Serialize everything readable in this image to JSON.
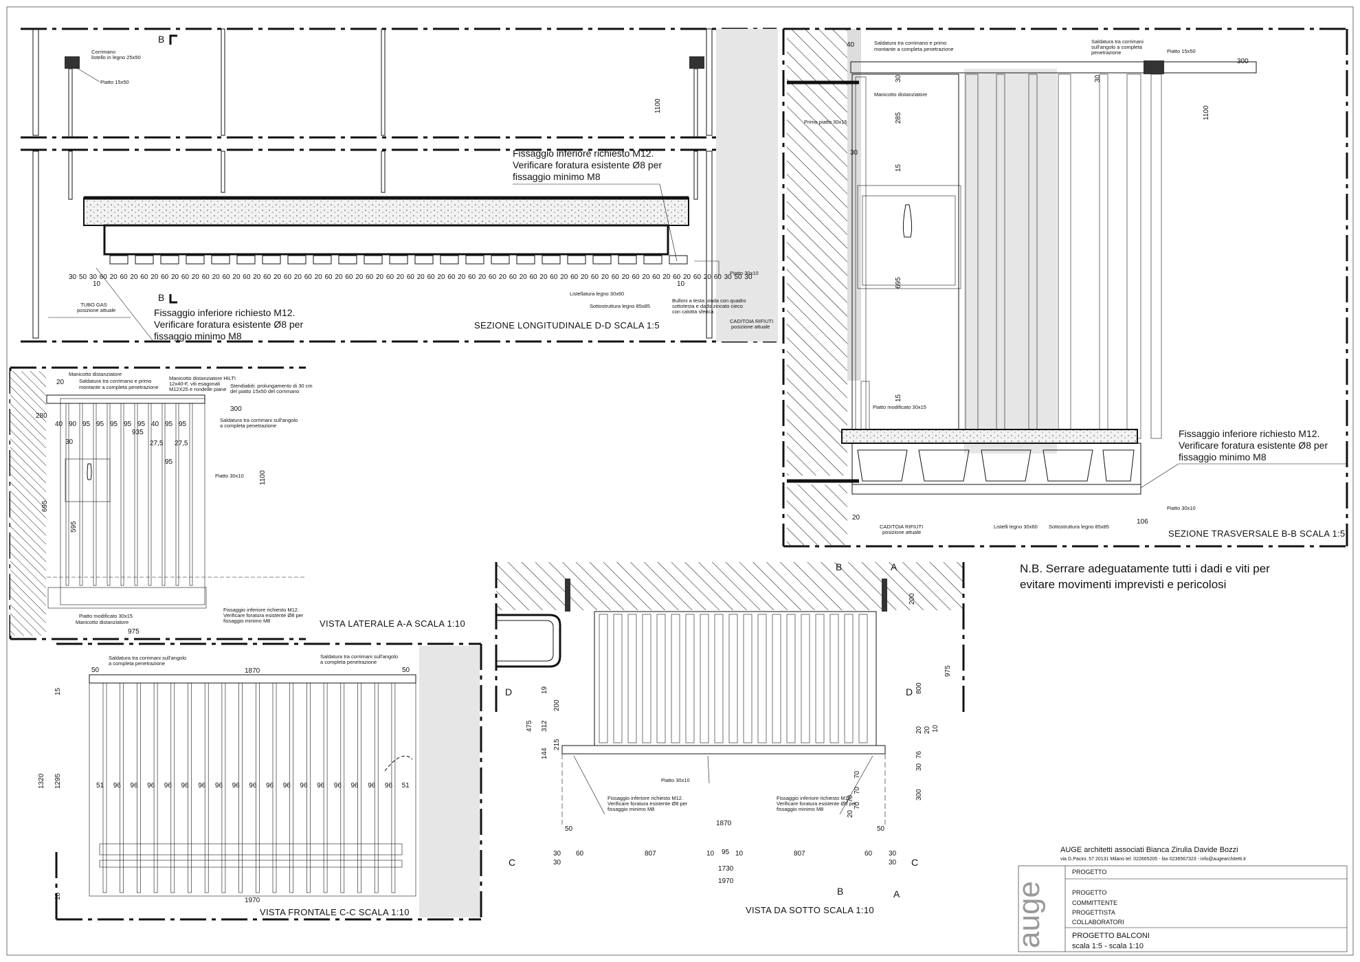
{
  "sections": {
    "longitudinal": {
      "title": "SEZIONE LONGITUDINALE  D-D SCALA 1:5",
      "notes": {
        "corrimano": "Corrimano",
        "corrimano2": "listello in legno 25x50",
        "piatto_15x50": "Piatto 15x50",
        "fissaggio_top_1": "Fissaggio inferiore richiesto M12.",
        "fissaggio_top_2": "Verificare foratura esistente Ø8 per",
        "fissaggio_top_3": "fissaggio minimo M8",
        "fissaggio_bot_1": "Fissaggio inferiore richiesto M12.",
        "fissaggio_bot_2": "Verificare foratura esistente Ø8 per",
        "fissaggio_bot_3": "fissaggio minimo M8",
        "tubo_gas": "TUBO GAS",
        "tubo_gas2": "posizione attuale",
        "listellatura": "Listellatura  legno 30x60",
        "sottostruttura": "Sottostruttura  legno 85x85",
        "piatto_30x10": "Piatto 30x10",
        "bulloni_1": "Bulloni a testa tonda con quadro",
        "bulloni_2": "sottotesta e dado zincato cieco",
        "bulloni_3": "con calotta sferica",
        "caditoia": "CADITOIA RIFIUTI",
        "caditoia2": "posizione attuale",
        "height_1100": "1100",
        "mark_b": "B"
      },
      "dim_row": [
        "30",
        "50",
        "30",
        "60",
        "20",
        "60",
        "20",
        "60",
        "20",
        "60",
        "20",
        "60",
        "20",
        "60",
        "20",
        "60",
        "20",
        "60",
        "20",
        "60",
        "20",
        "60",
        "20",
        "60",
        "20",
        "60",
        "20",
        "60",
        "20",
        "60",
        "20",
        "60",
        "20",
        "60",
        "20",
        "60",
        "20",
        "60",
        "20",
        "60",
        "20",
        "60",
        "20",
        "60",
        "20",
        "60",
        "20",
        "60",
        "20",
        "60",
        "20",
        "60",
        "20",
        "60",
        "20",
        "60",
        "20",
        "60",
        "20",
        "60",
        "20",
        "60",
        "20",
        "60",
        "30",
        "50",
        "30"
      ],
      "dim_10_left": "10",
      "dim_10_right": "10"
    },
    "transversal": {
      "title": "SEZIONE TRASVERSALE B-B SCALA 1:5",
      "notes": {
        "saldatura_1": "Saldatura tra corrimano e primo",
        "saldatura_2": "montante a completa penetrazione",
        "saldatura_ang_1": "Saldatura tra corrimani",
        "saldatura_ang_2": "sull'angolo a completa",
        "saldatura_ang_3": "penetrazione",
        "piatto_15x50": "Piatto 15x50",
        "manicotto": "Manicotto distanziatore",
        "primo_piatto": "Primo piatto 30x15",
        "piatto_mod": "Piatto modificato 30x15",
        "fissaggio_1": "Fissaggio inferiore richiesto M12.",
        "fissaggio_2": "Verificare foratura esistente Ø8 per",
        "fissaggio_3": "fissaggio minimo M8",
        "listelli": "Listelli  legno 30x60",
        "sottostruttura": "Sottostruttura  legno 85x85",
        "piatto_30x10": "Piatto 30x10",
        "caditoia": "CADITOIA RIFIUTI",
        "caditoia2": "posizione attuale"
      },
      "dims": {
        "d40": "40",
        "d300": "300",
        "d30a": "30",
        "d30b": "30",
        "d285": "285",
        "d15a": "15",
        "d695": "695",
        "d15b": "15",
        "d1100": "1100",
        "d20": "20",
        "d106": "106"
      }
    },
    "lateral": {
      "title": "VISTA LATERALE A-A SCALA 1:10",
      "notes": {
        "manicotto": "Manicotto distanziatore",
        "saldatura_1": "Saldatura tra corrimano e primo",
        "saldatura_2": "montante a completa penetrazione",
        "hilti_1": "Manicotto distanziatore HILTI",
        "hilti_2": "12x40-F, viti esagonali",
        "hilti_3": "M12X25 e rondelle piane",
        "stendiabiti_1": "Stendiabiti: prolungamento di 30 cm",
        "stendiabiti_2": "del piatto 15x50 del corrimano",
        "saldatura_ang_1": "Saldatura tra corrimani sull'angolo",
        "saldatura_ang_2": "a completa penetrazione",
        "piatto_30x10": "Piatto 30x10",
        "fissaggio_1": "Fissaggio inferiore richiesto M12.",
        "fissaggio_2": "Verificare foratura esistente Ø8 per",
        "fissaggio_3": "fissaggio minimo M8",
        "piatto_mod": "Piatto modificato 30x15",
        "manicotto2": "Manicotto distanziatore"
      },
      "top_dims": [
        "40",
        "90",
        "95",
        "95",
        "95",
        "95",
        "95",
        "40",
        "95",
        "95"
      ],
      "dims": {
        "d20": "20",
        "d280": "280",
        "d300": "300",
        "d935": "935",
        "d30": "30",
        "d275a": "27,5",
        "d275b": "27,5",
        "d95": "95",
        "d1100": "1100",
        "d695": "695",
        "d595": "595",
        "d975": "975"
      }
    },
    "frontal": {
      "title": "VISTA FRONTALE C-C  SCALA 1:10",
      "notes": {
        "saldatura_l1": "Saldatura tra corrimani sull'angolo",
        "saldatura_l2": "a completa penetrazione",
        "saldatura_r1": "Saldatura tra corrimani sull'angolo",
        "saldatura_r2": "a completa penetrazione"
      },
      "spacings": [
        "51",
        "96",
        "96",
        "96",
        "96",
        "96",
        "96",
        "96",
        "96",
        "96",
        "96",
        "96",
        "96",
        "96",
        "96",
        "96",
        "96",
        "96",
        "51"
      ],
      "dims": {
        "d50l": "50",
        "d1870": "1870",
        "d50r": "50",
        "d15": "15",
        "d1320": "1320",
        "d1295": "1295",
        "d10": "10",
        "d1970": "1970"
      }
    },
    "below": {
      "title": "VISTA DA SOTTO SCALA 1:10",
      "notes": {
        "piatto_30x10": "Piatto 30x10",
        "fissaggio_l1": "Fissaggio inferiore richiesto M12.",
        "fissaggio_l2": "Verificare foratura esistente Ø8 per",
        "fissaggio_l3": "fissaggio minimo M8",
        "fissaggio_r1": "Fissaggio inferiore richiesto M12.",
        "fissaggio_r2": "Verificare foratura esistente Ø8 per",
        "fissaggio_r3": "fissaggio minimo M8"
      },
      "bottom_dims": {
        "d1870": "1870",
        "d50l": "50",
        "d50r": "50",
        "d30a": "30",
        "d30b": "30",
        "d60l": "60",
        "d807l": "807",
        "d10l": "10",
        "d95": "95",
        "d10r": "10",
        "d807r": "807",
        "d60r": "60",
        "d30c": "30",
        "d30d": "30",
        "d1730": "1730",
        "d1970": "1970"
      },
      "left_dims": {
        "d19": "19",
        "d200": "200",
        "d475": "475",
        "d312": "312",
        "d144": "144",
        "d215": "215"
      },
      "right_dims": {
        "d200": "200",
        "d800": "800",
        "d975": "975",
        "d20a": "20",
        "d20b": "20",
        "d10": "10",
        "d30": "30",
        "d76": "76",
        "d300": "300",
        "d70a": "70",
        "d70b": "70",
        "d70c": "70",
        "d20c": "20",
        "d70d": "70"
      },
      "marks": {
        "a": "A",
        "b": "B",
        "c": "C",
        "d": "D"
      }
    }
  },
  "general_note": {
    "line1": "N.B. Serrare adeguatamente tutti i dadi e viti per",
    "line2": "evitare movimenti imprevisti e pericolosi"
  },
  "title_block": {
    "studio": "AUGE architetti associati Bianca Zirulia Davide Bozzi",
    "address": "via G.Pacini, 57   20131   Milano    tel. 022665205 - fax 0236567323 - info@augearchitetti.it",
    "logo": "auge",
    "progetto_header": "PROGETTO",
    "progetto": "PROGETTO",
    "committente": "COMMITTENTE",
    "progettista": "PROGETTISTA",
    "collaboratori": "COLLABORATORI",
    "project_name": "PROGETTO BALCONI",
    "scale": "scala 1:5 - scala 1:10"
  }
}
